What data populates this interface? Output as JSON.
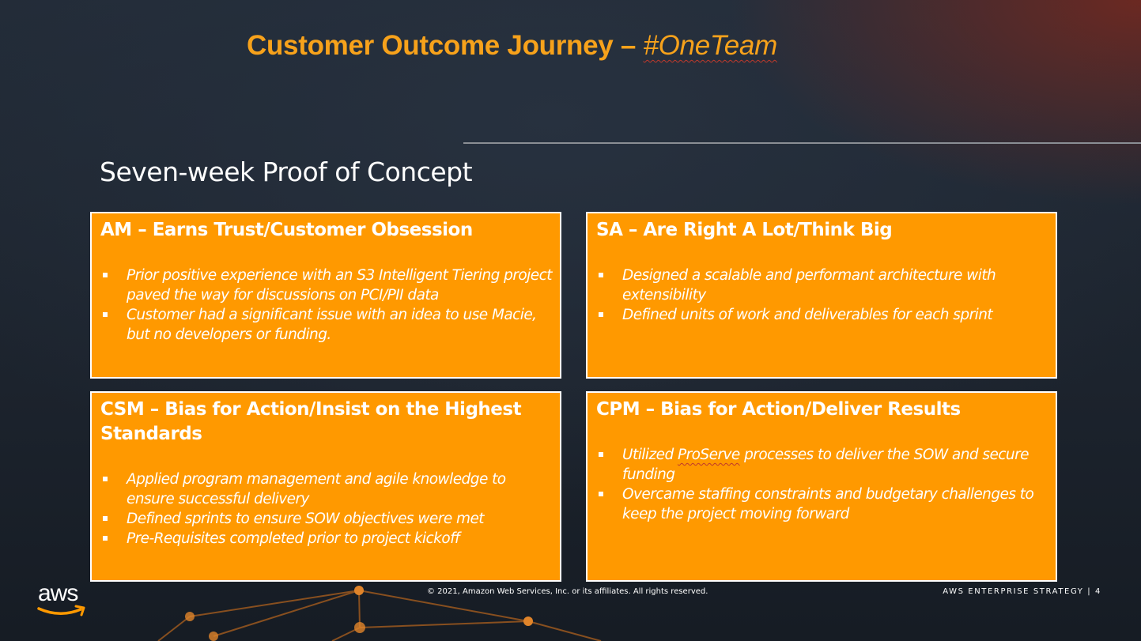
{
  "slide": {
    "title_main": "Customer Outcome Journey – ",
    "title_tag": "#OneTeam",
    "subtitle": "Seven-week Proof of Concept"
  },
  "cards": {
    "am": {
      "heading": "AM – Earns Trust/Customer Obsession",
      "bullets": [
        "Prior positive experience with an S3 Intelligent Tiering project paved the way for discussions on PCI/PII data",
        "Customer had a significant issue with an idea to use Macie, but no developers or funding."
      ]
    },
    "sa": {
      "heading": "SA – Are Right A Lot/Think Big",
      "bullets": [
        "Designed a scalable and performant architecture with extensibility",
        "Defined units of work and deliverables for each sprint"
      ]
    },
    "csm": {
      "heading": "CSM – Bias for Action/Insist on the Highest Standards",
      "bullets": [
        "Applied program management and agile knowledge to ensure successful delivery",
        "Defined sprints to ensure SOW objectives were met",
        "Pre-Requisites completed prior to project kickoff"
      ]
    },
    "cpm": {
      "heading": "CPM – Bias for Action/Deliver Results",
      "bullet1_pre": "Utilized ",
      "bullet1_link": "ProServe",
      "bullet1_post": " processes to deliver the SOW and secure funding",
      "bullets": [
        "Overcame staffing constraints and budgetary challenges to keep the project moving forward"
      ]
    }
  },
  "footer": {
    "logo_text": "aws",
    "copyright": "© 2021, Amazon Web Services, Inc. or its affiliates. All rights reserved.",
    "section": "AWS ENTERPRISE STRATEGY | 4"
  },
  "colors": {
    "accent_orange": "#FF9900",
    "title_orange": "#F7A21B",
    "background": "#222B37",
    "text": "#FFFFFF"
  }
}
